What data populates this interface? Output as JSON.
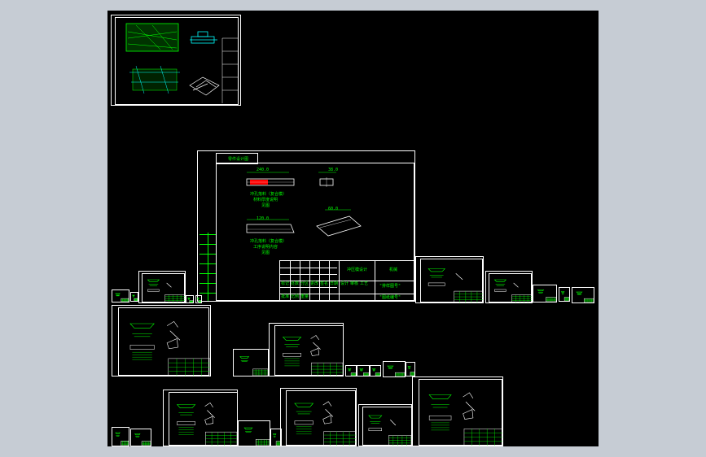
{
  "colors": {
    "background": "#000000",
    "frame": "#ffffff",
    "geometry": "#00ff00",
    "highlight": "#ff0000",
    "cyan": "#00ffff"
  },
  "main_sheet": {
    "top_label": "零件设计图",
    "part_a_caption": [
      "冲孔落料（复合模）",
      "材料厚度说明",
      "见图"
    ],
    "part_b_caption": [
      "冲孔落料（复合模）",
      "工序说明内容",
      "见图"
    ],
    "dim_a": "240.0",
    "dim_b": "38.0",
    "dim_c": "120.0",
    "dim_d": "60.0",
    "title_block": {
      "drawing_name": "冲压模设计",
      "company": "机械",
      "note1": "\"排样图号\"",
      "note2": "\"图纸编号\"",
      "cells": [
        "标记",
        "处数",
        "分区",
        "更改",
        "签名",
        "日期",
        "设计",
        "审核",
        "工艺",
        "批准",
        "比例",
        "重量"
      ]
    }
  }
}
